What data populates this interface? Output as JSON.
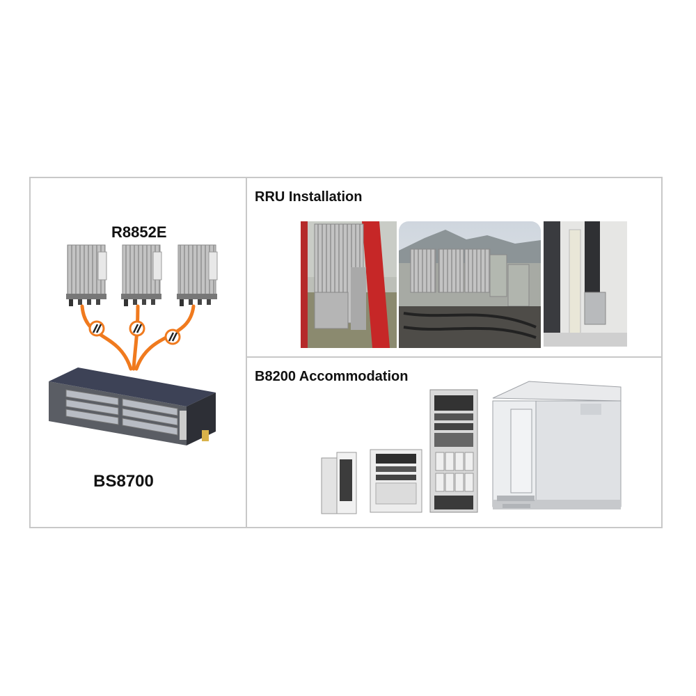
{
  "left_panel": {
    "rru_model": "R8852E",
    "bbu_model": "BS8700"
  },
  "right_panel": {
    "rru_section_title": "RRU Installation",
    "bbu_section_title": "B8200 Accommodation"
  },
  "colors": {
    "fiber": "#f07a1e",
    "border": "#c8c8c8"
  }
}
